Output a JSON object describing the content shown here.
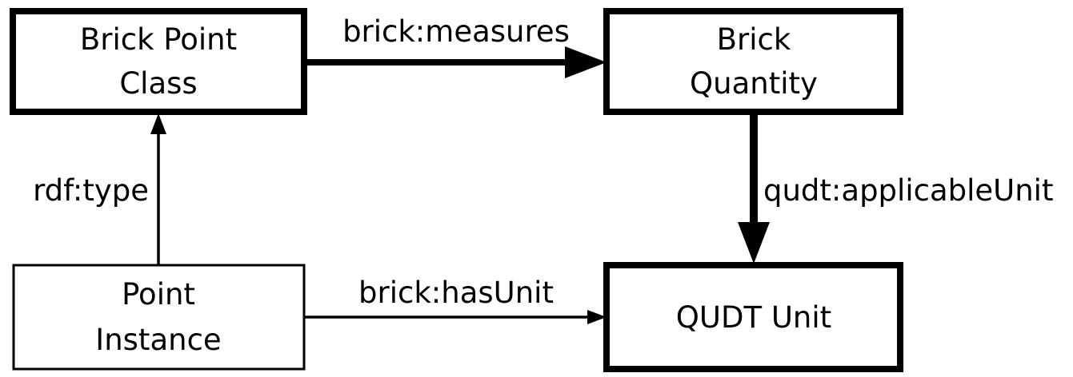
{
  "nodes": {
    "brick_point_class": {
      "line1": "Brick Point",
      "line2": "Class"
    },
    "brick_quantity": {
      "line1": "Brick",
      "line2": "Quantity"
    },
    "point_instance": {
      "line1": "Point",
      "line2": "Instance"
    },
    "qudt_unit": {
      "label": "QUDT Unit"
    }
  },
  "edges": {
    "measures": "brick:measures",
    "type": "rdf:type",
    "applicable_unit": "qudt:applicableUnit",
    "has_unit": "brick:hasUnit"
  },
  "colors": {
    "stroke": "#000000",
    "background": "#ffffff"
  }
}
